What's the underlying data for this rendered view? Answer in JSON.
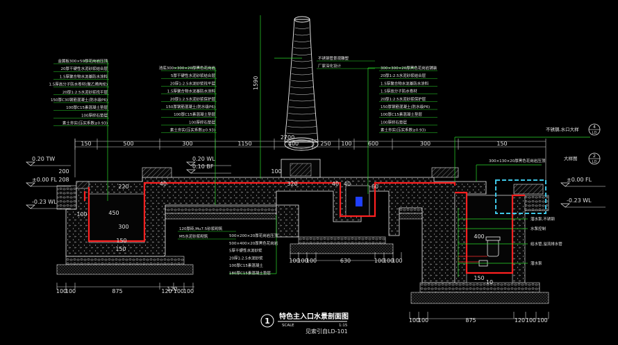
{
  "drawing": {
    "title": "特色主入口水景剖面图",
    "number": "1",
    "scale_label": "SCALE",
    "scale": "1:15",
    "ref": "见索引自LD-101",
    "tag_upper_right": {
      "text": "不锈钢,水口大样",
      "num": "4",
      "sheet": "LD"
    },
    "tag_right": {
      "text": "大样图",
      "num": "2",
      "sheet": "LD"
    },
    "chimney_label": "1590"
  },
  "levels": [
    {
      "text": "0.20 TW"
    },
    {
      "text": "±0.00 FL"
    },
    {
      "text": "-0.23 WL"
    },
    {
      "text": "0.20 WL"
    },
    {
      "text": "0.10 BF"
    },
    {
      "text": "±0.00 FL"
    },
    {
      "text": "-0.23 WL"
    }
  ],
  "dimensions": {
    "top_row": [
      "150",
      "500",
      "300",
      "1150",
      "400",
      "250",
      "100",
      "600",
      "300",
      "150"
    ],
    "top_total": "2700",
    "bottom_left": [
      "100",
      "100",
      "875",
      "120",
      "100",
      "100"
    ],
    "bottom_mid": [
      "100",
      "100",
      "100",
      "630",
      "100",
      "100",
      "100"
    ],
    "bottom_right": [
      "100",
      "100",
      "875",
      "120",
      "100",
      "100"
    ],
    "misc": [
      "40",
      "320",
      "40",
      "450",
      "100",
      "150",
      "300",
      "220",
      "200",
      "208",
      "40",
      "60",
      "400",
      "150",
      "10",
      "100",
      "150",
      "120"
    ]
  },
  "notes_left": [
    "金属板300×50厚花岗岩压顶",
    "20厚干硬性水泥砂浆结合层",
    "1.5厚聚合物水泥基防水涂料",
    "1.5厚高分子防水卷材(聚乙烯丙纶)",
    "20厚1:2.5水泥砂浆找平层",
    "150厚C30钢筋混凝土(防水级P6)",
    "100厚C15素混凝土垫层",
    "100厚碎石垫层",
    "素土夯实(压实系数≥0.93)"
  ],
  "notes_center": [
    "池底300×300×20厚黑色花岗岩",
    "5厚干硬性水泥砂浆结合层",
    "20厚1:2.5水泥砂浆找平层",
    "1.5厚聚合物水泥基防水涂料",
    "20厚1:2.5水泥砂浆保护层",
    "150厚钢筋混凝土(防水级P6)",
    "100厚C15素混凝土垫层",
    "100厚碎石垫层",
    "素土夯实(压实系数≥0.93)"
  ],
  "notes_chimney": [
    "不锈钢管景观雕塑",
    "厂家深化设计"
  ],
  "notes_right": [
    "300×300×20厚黑色花岗岩铺装",
    "20厚1:2.5水泥砂浆结合层",
    "1.5厚聚合物水泥基防水涂料",
    "1.5厚高分子防水卷材",
    "20厚1:2.5水泥砂浆保护层",
    "150厚钢筋混凝土(防水级P6)",
    "100厚C15素混凝土垫层",
    "100厚碎石垫层",
    "素土夯实(压实系数≥0.93)"
  ],
  "notes_coping": "300×130×20厚黑色花岗岩压顶",
  "notes_bottom_center": [
    "120厚砖,Mu7.5砂浆砌筑",
    "M5水泥砂浆砌筑",
    "500×200×20厚花岗岩压顶",
    "500×400×20厚黑色花岗岩",
    "5厚干硬性水泥砂浆",
    "20厚1:2.5水泥砂浆",
    "100厚C15素混凝土",
    "180厚C15素混凝土垫层"
  ],
  "notes_pump": [
    "潜水泵,不锈钢",
    "水泵控制",
    "给水管,溢流排水管",
    "潜水泵"
  ],
  "colors": {
    "background": "#000000",
    "membrane": "#ff2020",
    "linework": "#ffffff",
    "leader": "#2bdc2b",
    "highlight_box": "#3fc8e8",
    "water": "#2040ff"
  }
}
